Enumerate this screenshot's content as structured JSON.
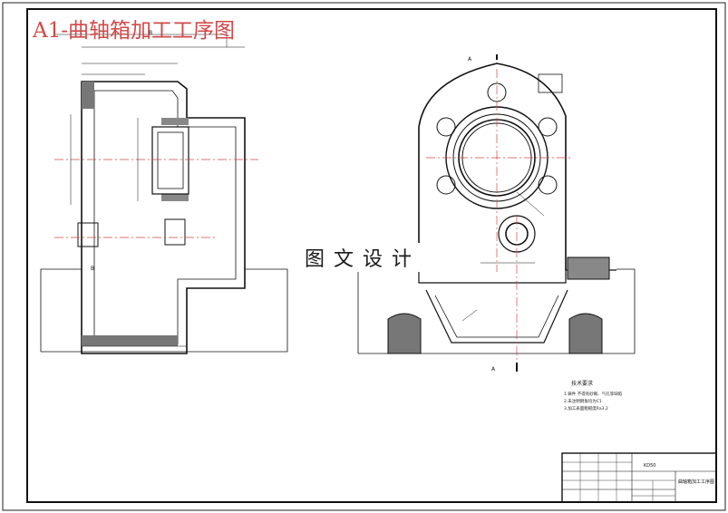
{
  "drawing": {
    "title": "A1-曲轴箱加工工序图",
    "watermark": "图文设计",
    "section_marks": [
      "A",
      "A",
      "B",
      "B"
    ]
  },
  "notes": {
    "heading": "技术要求",
    "lines": [
      "1.铸件 不得有砂眼、气孔等缺陷",
      "2.未注明倒角均为C1",
      "3.加工表面粗糙度Ra3.2"
    ]
  },
  "title_block": {
    "code": "KD50",
    "name": "曲轴箱加工工序图"
  },
  "colors": {
    "title": "#d04a4a",
    "centerline": "#d04a4a",
    "line": "#111111"
  }
}
